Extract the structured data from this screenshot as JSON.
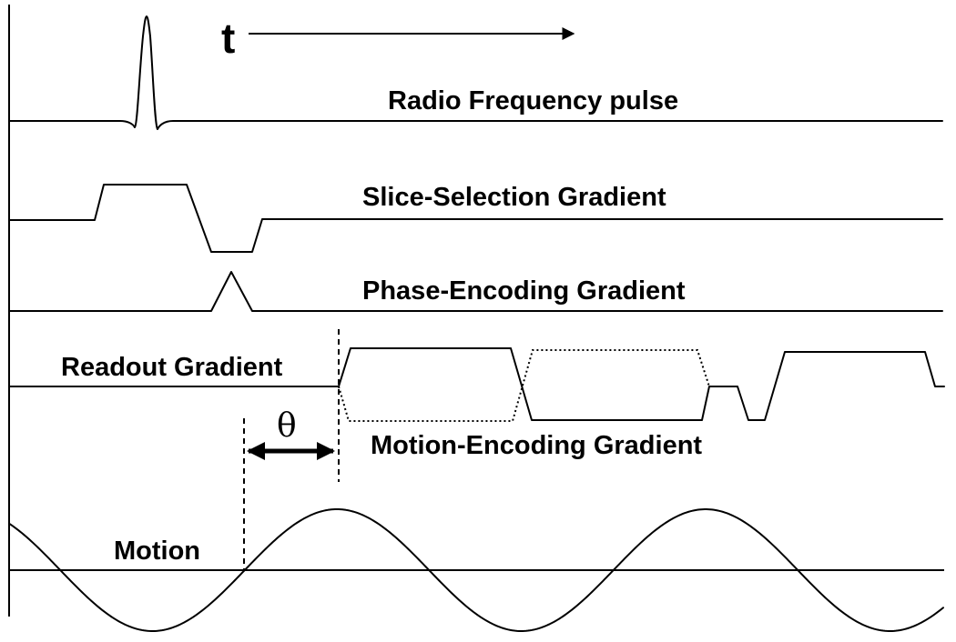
{
  "time_axis": {
    "label": "t"
  },
  "rows": {
    "rf": {
      "label": "Radio Frequency pulse"
    },
    "slice": {
      "label": "Slice-Selection Gradient"
    },
    "phase": {
      "label": "Phase-Encoding Gradient"
    },
    "readout": {
      "label": "Readout Gradient"
    },
    "motion_encoding": {
      "label": "Motion-Encoding Gradient"
    },
    "motion": {
      "label": "Motion"
    }
  },
  "phase_offset": {
    "label": "θ"
  }
}
